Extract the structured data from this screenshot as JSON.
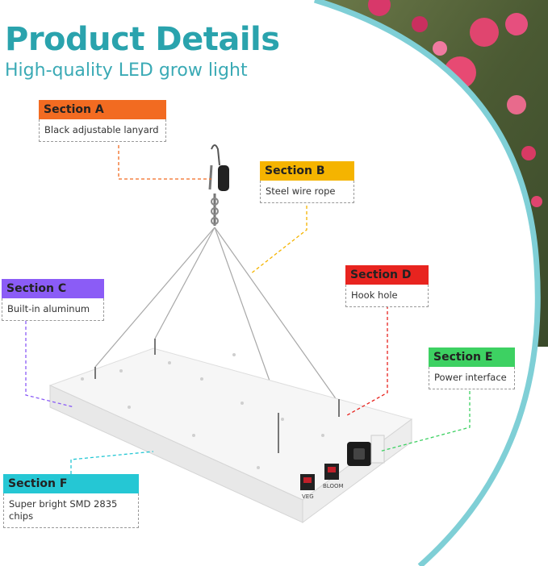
{
  "header": {
    "title": "Product Details",
    "subtitle": "High-quality LED grow light"
  },
  "colors": {
    "title": "#2aa3ad",
    "subtitle": "#3aaab5",
    "section_a": "#f26b21",
    "section_b": "#f5b400",
    "section_c": "#8b5cf6",
    "section_d": "#e8241f",
    "section_e": "#3dd162",
    "section_f": "#25c7d4",
    "frame_arc": "#7fcfd6"
  },
  "sections": {
    "a": {
      "label": "Section A",
      "desc": "Black adjustable lanyard"
    },
    "b": {
      "label": "Section B",
      "desc": "Steel wire rope"
    },
    "c": {
      "label": "Section C",
      "desc": "Built-in aluminum"
    },
    "d": {
      "label": "Section D",
      "desc": "Hook hole"
    },
    "e": {
      "label": "Section E",
      "desc": "Power interface"
    },
    "f": {
      "label": "Section F",
      "desc": "Super bright SMD 2835 chips"
    }
  },
  "switches": {
    "veg": "VEG",
    "bloom": "BLOOM"
  }
}
